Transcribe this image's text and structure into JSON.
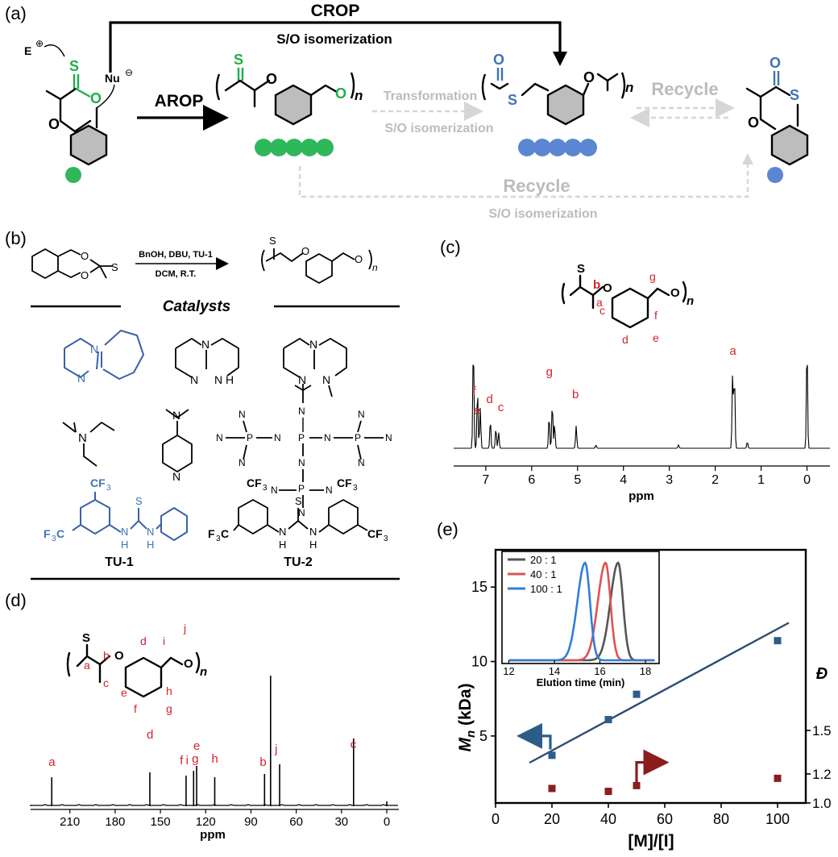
{
  "panel_labels": [
    "(a)",
    "(b)",
    "(c)",
    "(d)",
    "(e)"
  ],
  "panel_a": {
    "crop_label": "CROP",
    "so_isomerization": "S/O isomerization",
    "arop_label": "AROP",
    "transformation": "Transformation",
    "recycle": "Recycle",
    "electrophile": "E",
    "nucleophile": "Nu",
    "plus": "⊕",
    "minus": "⊖",
    "atoms": {
      "S": "S",
      "O": "O",
      "n": "n"
    }
  },
  "panel_b": {
    "conditions_top": "BnOH, DBU, TU-1",
    "conditions_bottom": "DCM, R.T.",
    "catalysts_title": "Catalysts",
    "tu1": "TU-1",
    "tu2": "TU-2",
    "cf3": "CF",
    "cf3_sub": "3",
    "f3c": "F",
    "f3c_c": "C",
    "atoms": {
      "N": "N",
      "H": "H",
      "P": "P",
      "S": "S"
    }
  },
  "panel_c": {
    "xlabel": "ppm",
    "ticks": [
      "7",
      "6",
      "5",
      "4",
      "3",
      "2",
      "1",
      "0"
    ],
    "peak_labels": [
      "f",
      "e",
      "d",
      "c",
      "g",
      "b",
      "a"
    ],
    "struct_labels": [
      "b",
      "a",
      "c",
      "d",
      "e",
      "f",
      "g"
    ]
  },
  "panel_d": {
    "xlabel": "ppm",
    "ticks": [
      "210",
      "180",
      "150",
      "120",
      "90",
      "60",
      "30",
      "0"
    ],
    "peak_labels": [
      "a",
      "d",
      "f",
      "i",
      "g",
      "e",
      "h",
      "b",
      "j",
      "c"
    ],
    "struct_labels": [
      "a",
      "b",
      "c",
      "d",
      "e",
      "f",
      "g",
      "h",
      "i",
      "j"
    ]
  },
  "chart_data": [
    {
      "type": "scatter",
      "xlabel": "[M]/[I]",
      "ylabel_main": "M",
      "ylabel_sub": "n",
      "ylabel_unit": " (kDa)",
      "y2label": "Đ",
      "xlim": [
        0,
        110
      ],
      "xticks": [
        "0",
        "20",
        "40",
        "60",
        "80",
        "100"
      ],
      "yticks": [
        "5",
        "10",
        "15"
      ],
      "y2ticks": [
        "1.0",
        "1.2",
        "1.5"
      ],
      "series": [
        {
          "x": [
            20,
            40,
            50,
            100
          ],
          "values": [
            3.7,
            6.1,
            7.8,
            11.4
          ],
          "color": "#2c5d8a"
        },
        {
          "x": [
            20,
            40,
            50,
            100
          ],
          "values": [
            1.1,
            1.08,
            1.12,
            1.17
          ],
          "color": "#8b1d1d"
        }
      ]
    },
    {
      "type": "line",
      "xlabel": "Elution time (min)",
      "xticks": [
        "12",
        "14",
        "16",
        "18"
      ],
      "series": [
        {
          "name": "20 : 1",
          "peak": 16.8,
          "color": "#555555"
        },
        {
          "name": "40 : 1",
          "peak": 16.25,
          "color": "#e05252"
        },
        {
          "name": "100 : 1",
          "peak": 15.35,
          "color": "#2f7fd8"
        }
      ]
    }
  ]
}
